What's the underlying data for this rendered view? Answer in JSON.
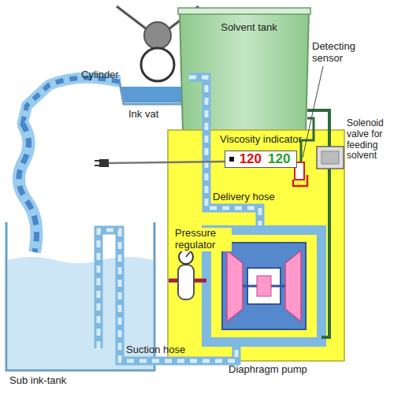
{
  "diagram": {
    "nodes": [
      {
        "text": [
          "Solvent tank"
        ]
      },
      {
        "text": [
          "Viscosity indicator"
        ]
      },
      {
        "text": [
          "120",
          "120"
        ],
        "in": 1
      }
    ],
    "labels": [
      "Cylinder",
      "Ink vat",
      "Detecting sensor",
      "Solenoid valve for feeding solvent",
      "Delivery hose",
      "Pressure regulator",
      "Suction hose",
      "Sub ink-tank",
      "Diaphragm pump"
    ]
  }
}
